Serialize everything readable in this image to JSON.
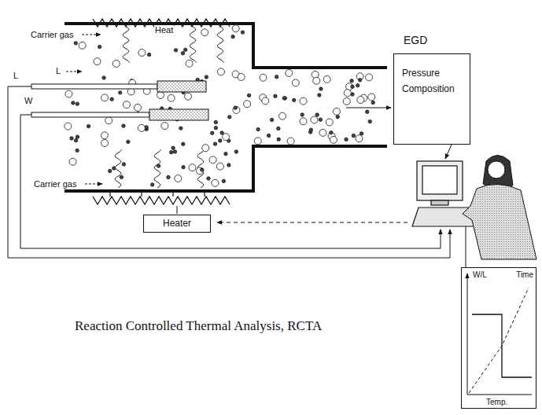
{
  "diagram": {
    "caption": "Reaction Controlled Thermal Analysis, RCTA",
    "nodes": [
      {
        "text": [
          "Heater"
        ]
      },
      {
        "text": [
          "EGD",
          "Pressure Composition"
        ]
      },
      {
        "text": [
          "W/L",
          "Time",
          "Temp."
        ]
      }
    ],
    "labels": [
      "Carrier gas",
      "Heat",
      "L",
      "L",
      "W",
      "Carrier gas"
    ]
  }
}
